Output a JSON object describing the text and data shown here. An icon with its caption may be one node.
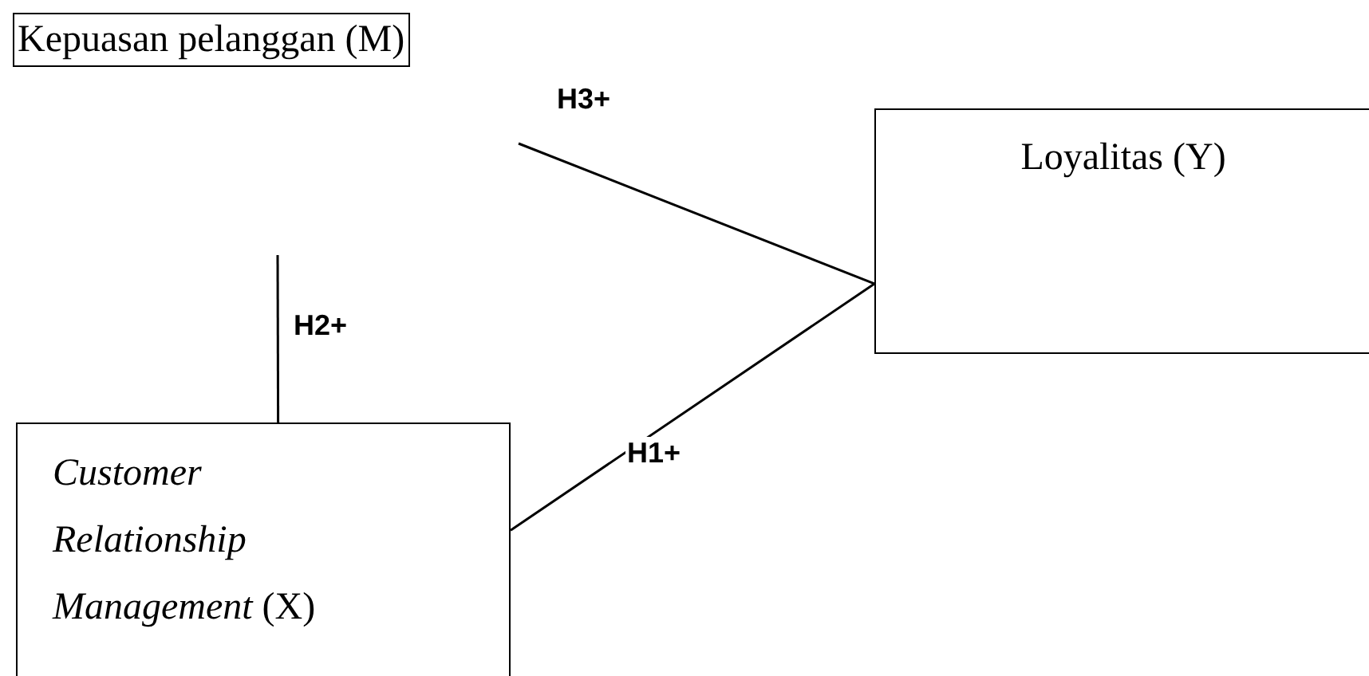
{
  "diagram": {
    "nodes": [
      {
        "text": [
          "Kepuasan pelanggan (M)"
        ]
      },
      {
        "text": [
          "Loyalitas (Y)"
        ]
      },
      {
        "text": [
          "*Customer Relationship Management* (X)"
        ]
      }
    ],
    "edges": [
      {
        "from": null,
        "to": 1,
        "arrow": "none",
        "label": "H3+"
      },
      {
        "from": null,
        "to": 2,
        "arrow": "none",
        "label": "H2+"
      },
      {
        "from": 2,
        "to": 1,
        "arrow": "none",
        "label": "H1+"
      }
    ]
  }
}
